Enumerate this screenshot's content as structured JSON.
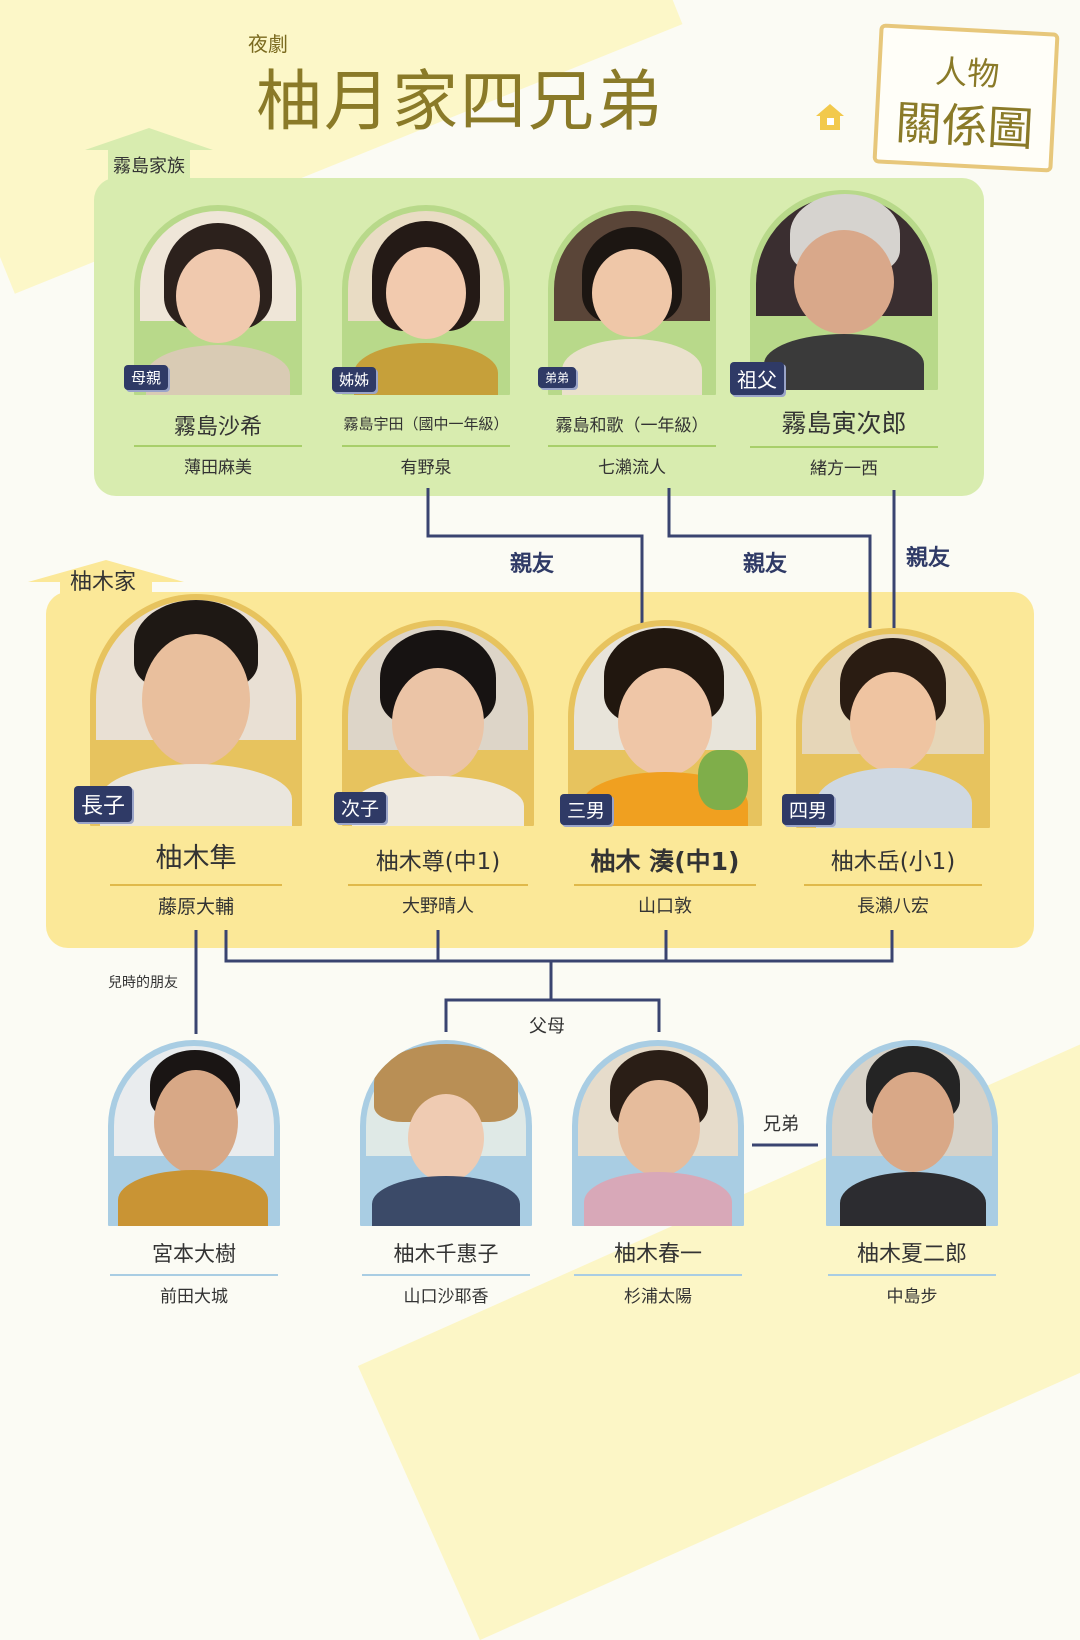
{
  "header": {
    "pre_title": "夜劇",
    "title": "柚月家四兄弟",
    "badge_line1": "人物",
    "badge_line2": "關係圖"
  },
  "colors": {
    "green_group": "#d8ecaf",
    "yellow_group": "#fbe898",
    "navy": "#2f3a66",
    "title": "#8a7a28",
    "blue_arch": "#a9cde3"
  },
  "groups": {
    "kirishima": "霧島家族",
    "yuzuki": "柚木家"
  },
  "kirishima": [
    {
      "role": "母親",
      "name": "霧島沙希",
      "actor": "薄田麻美"
    },
    {
      "role": "姊姊",
      "name": "霧島宇田（國中一年級）",
      "actor": "有野泉"
    },
    {
      "role": "弟弟",
      "name": "霧島和歌（一年級）",
      "actor": "七瀨流人"
    },
    {
      "role": "祖父",
      "name": "霧島寅次郎",
      "actor": "緒方一西"
    }
  ],
  "brothers": [
    {
      "role": "長子",
      "name": "柚木隼",
      "actor": "藤原大輔"
    },
    {
      "role": "次子",
      "name": "柚木尊(中1)",
      "actor": "大野晴人"
    },
    {
      "role": "三男",
      "name": "柚木 湊(中1)",
      "actor": "山口敦"
    },
    {
      "role": "四男",
      "name": "柚木岳(小1)",
      "actor": "長瀨八宏"
    }
  ],
  "others": [
    {
      "name": "宮本大樹",
      "actor": "前田大城"
    },
    {
      "name": "柚木千惠子",
      "actor": "山口沙耶香"
    },
    {
      "name": "柚木春一",
      "actor": "杉浦太陽"
    },
    {
      "name": "柚木夏二郎",
      "actor": "中島步"
    }
  ],
  "relations": {
    "friend_1": "親友",
    "friend_2": "親友",
    "friend_3": "親友",
    "childhood_friend": "兒時的朋友",
    "parents": "父母",
    "brothers": "兄弟"
  }
}
